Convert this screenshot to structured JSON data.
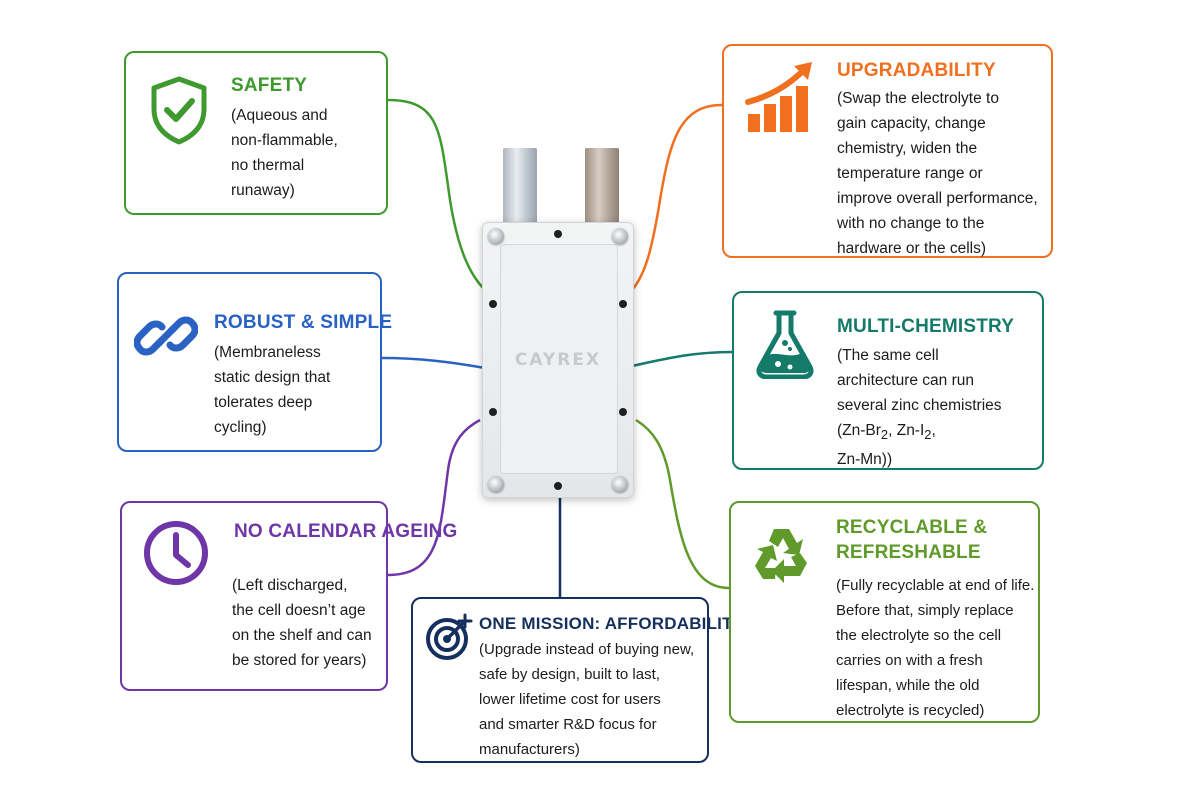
{
  "battery": {
    "brand": "CAYREX"
  },
  "colors": {
    "safety": "#3e9a2e",
    "robust": "#2a62c4",
    "calendar": "#6f36a8",
    "mission": "#15305f",
    "upgradability": "#f07020",
    "multichem": "#147a6a",
    "recyclable": "#5f9a2a"
  },
  "cards": {
    "safety": {
      "icon": "shield-check-icon",
      "title": "SAFETY",
      "lines": [
        "(Aqueous and",
        "non-flammable,",
        "no thermal",
        "runaway)"
      ]
    },
    "robust": {
      "icon": "chain-link-icon",
      "title": "ROBUST & SIMPLE",
      "lines": [
        "(Membraneless",
        "static design that",
        "tolerates deep",
        "cycling)"
      ]
    },
    "calendar": {
      "icon": "clock-icon",
      "title_lines": [
        "NO CALENDAR",
        "AGEING"
      ],
      "lines": [
        "(Left discharged,",
        "the cell doesn’t age",
        "on the shelf and can",
        "be stored for years)"
      ]
    },
    "mission": {
      "icon": "target-icon",
      "title": "ONE MISSION: AFFORDABILITY",
      "lines": [
        "(Upgrade instead of buying new,",
        "safe by design, built to last,",
        "lower lifetime cost for users",
        "and smarter R&D focus for",
        "manufacturers)"
      ]
    },
    "upgradability": {
      "icon": "growth-chart-icon",
      "title": "UPGRADABILITY",
      "lines": [
        "(Swap the electrolyte to",
        "gain capacity, change",
        "chemistry, widen the",
        "temperature range or",
        "improve overall performance,",
        "with no change to the",
        "hardware or the cells)"
      ]
    },
    "multichem": {
      "icon": "flask-icon",
      "title": "MULTI-CHEMISTRY",
      "lines": [
        "(The same cell",
        "architecture can run",
        "several zinc chemistries"
      ],
      "formula": {
        "a": "(Zn-Br",
        "sub_a": "2",
        "b": ", Zn-I",
        "sub_b": "2",
        "c": ",",
        "d": "Zn-Mn))"
      }
    },
    "recyclable": {
      "icon": "recycle-icon",
      "title": "RECYCLABLE & REFRESHABLE",
      "lines": [
        "(Fully recyclable at end of life.",
        "Before that, simply replace",
        "the electrolyte so the cell",
        "carries on with a fresh",
        "lifespan, while the old",
        "electrolyte is recycled)"
      ]
    }
  }
}
